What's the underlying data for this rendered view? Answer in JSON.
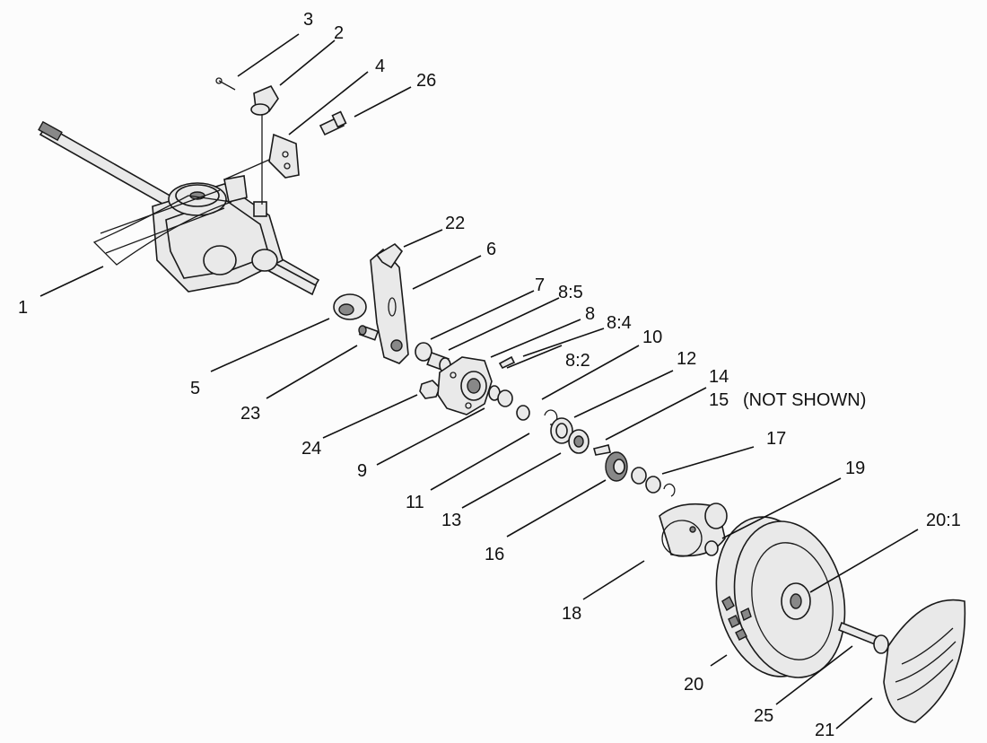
{
  "labels": {
    "p1": "1",
    "p2": "2",
    "p3": "3",
    "p4": "4",
    "p5": "5",
    "p6": "6",
    "p7": "7",
    "p8_5": "8:5",
    "p8": "8",
    "p8_4": "8:4",
    "p8_2": "8:2",
    "p9": "9",
    "p10": "10",
    "p11": "11",
    "p12": "12",
    "p13": "13",
    "p14": "14",
    "p15": "15",
    "not_shown": "(NOT SHOWN)",
    "p16": "16",
    "p17": "17",
    "p18": "18",
    "p19": "19",
    "p20": "20",
    "p20_1": "20:1",
    "p21": "21",
    "p22": "22",
    "p23": "23",
    "p24": "24",
    "p25": "25",
    "p26": "26"
  }
}
